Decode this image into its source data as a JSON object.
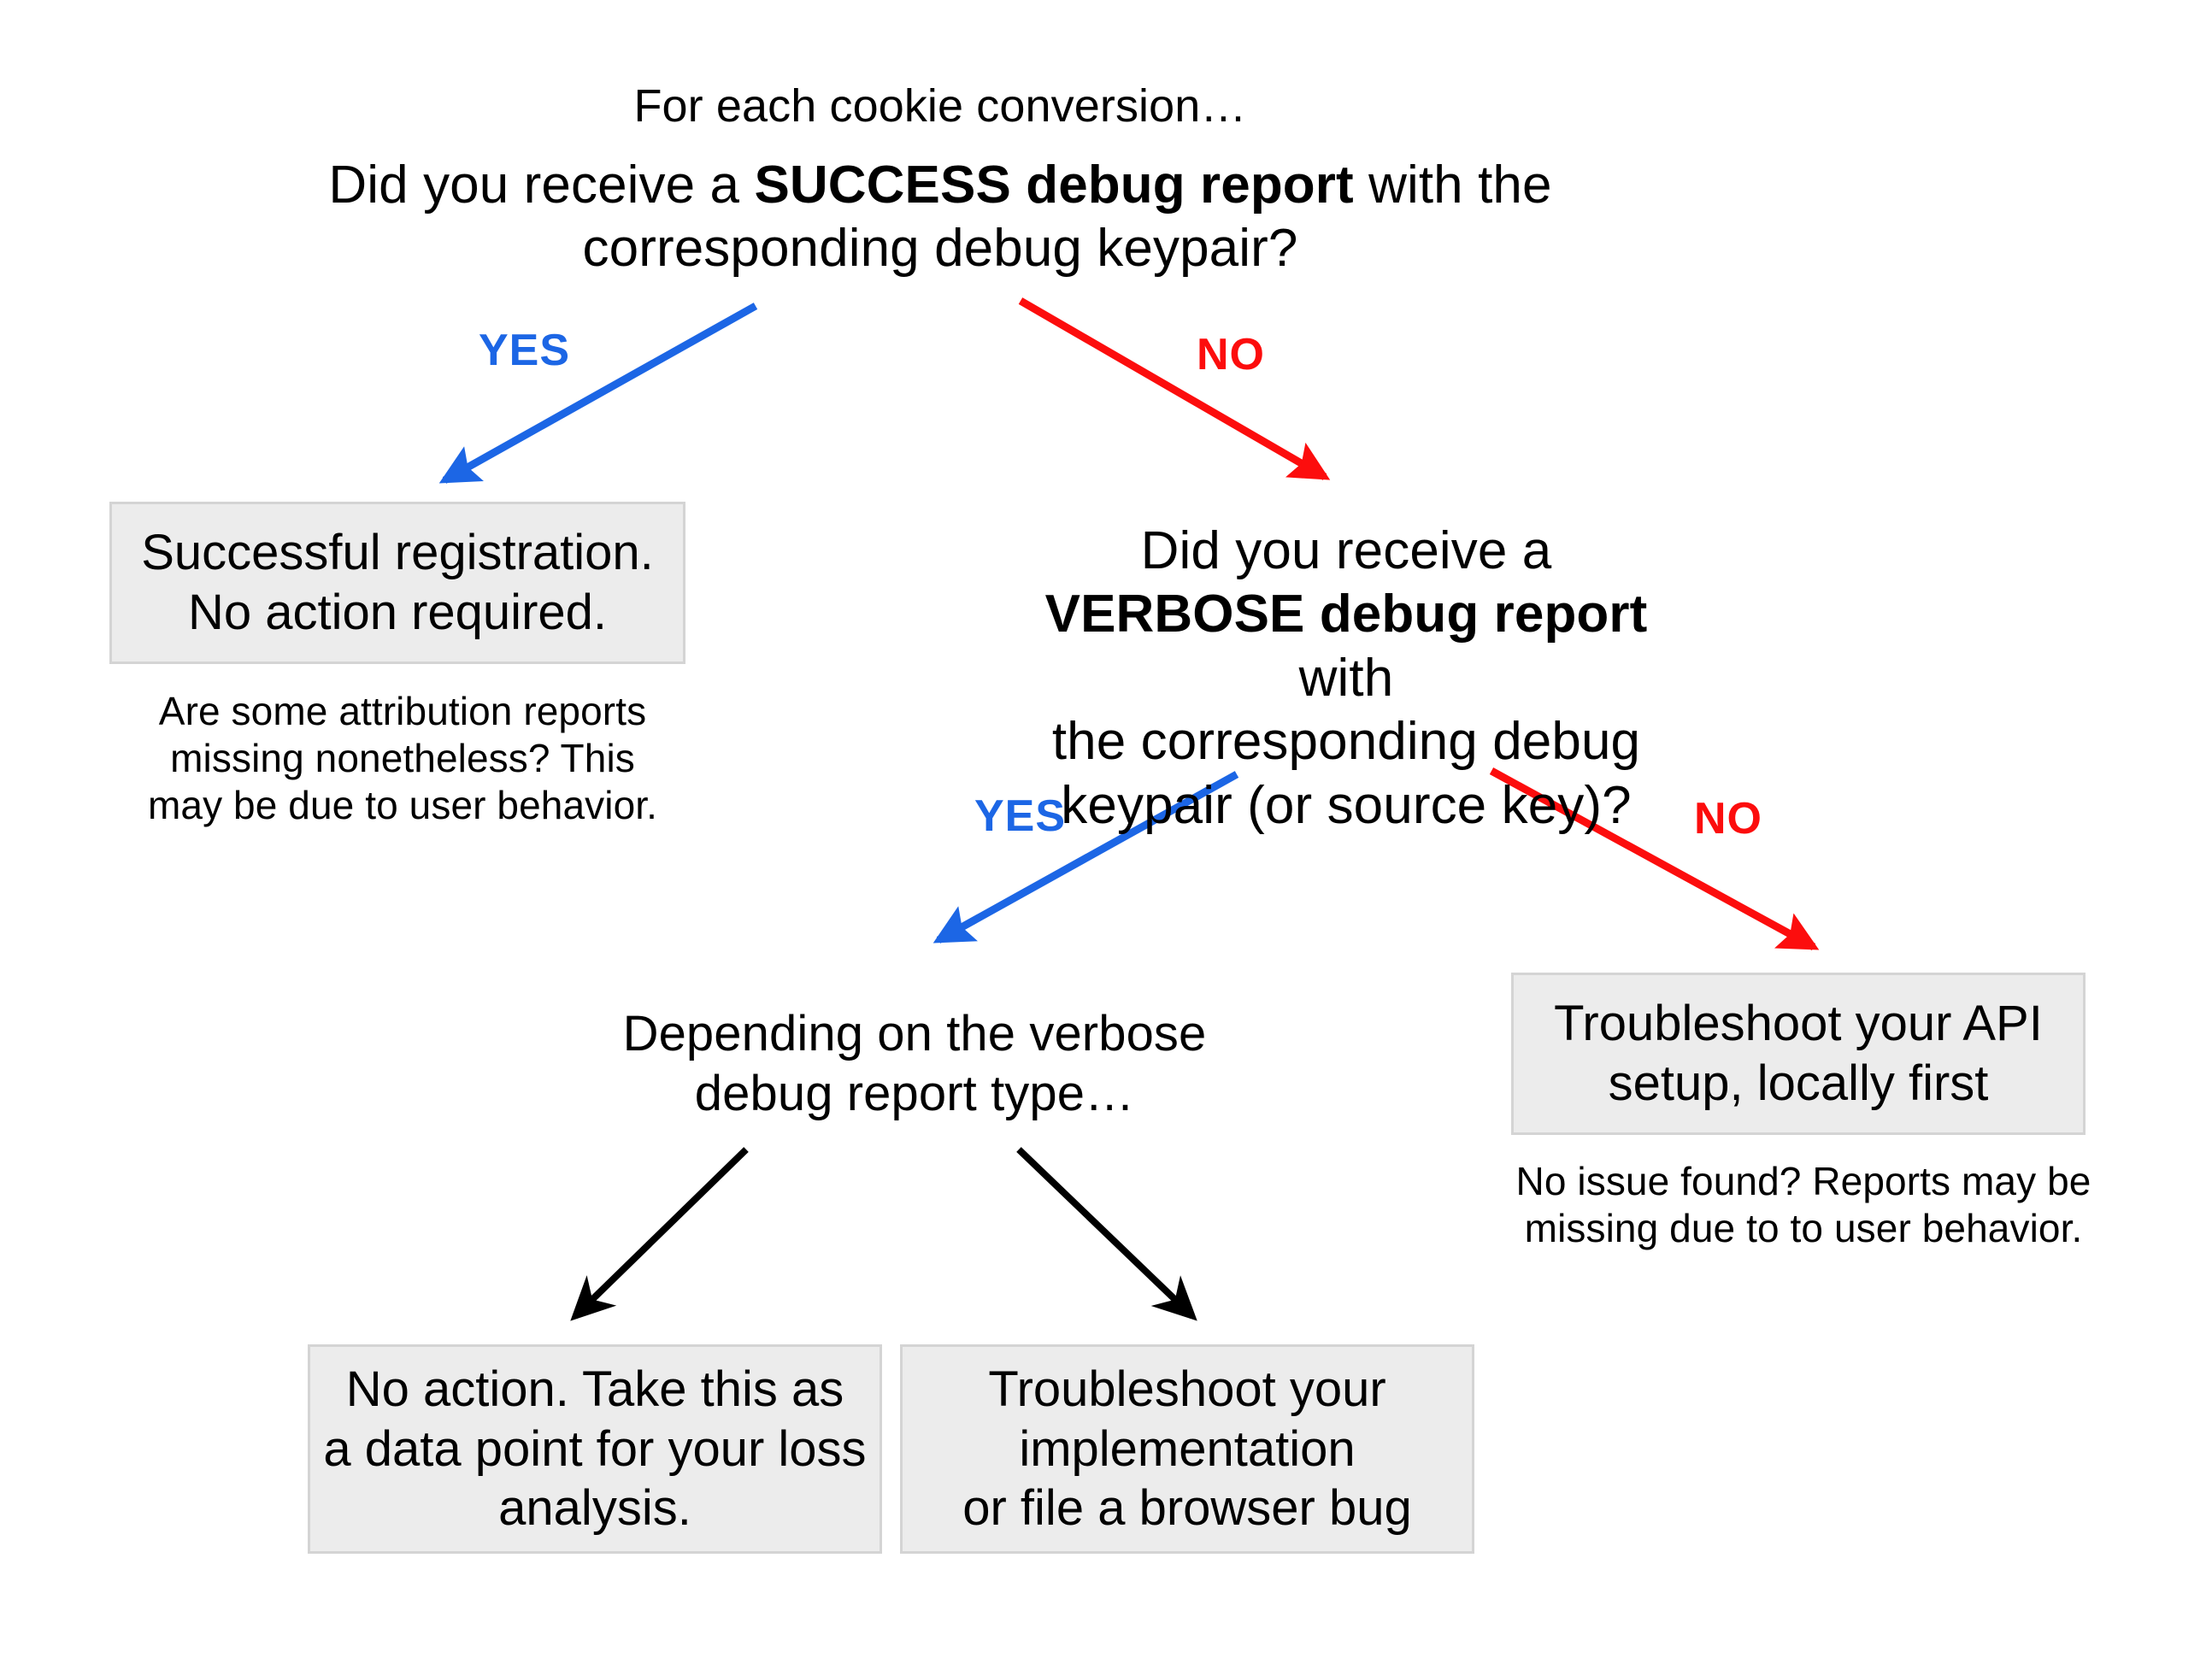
{
  "diagram": {
    "title": "Cookie conversion debug report troubleshooting decision tree",
    "colors": {
      "yes": "#1c66e5",
      "no": "#fc0d0d",
      "neutral_arrow": "#000000",
      "box_fill": "#ececec",
      "box_border": "#d4d4d4",
      "text": "#000000",
      "background": "#ffffff"
    }
  },
  "root": {
    "lead_in": "For each cookie conversion…",
    "question_part1": "Did you receive a ",
    "question_strong": "SUCCESS debug report",
    "question_part2": " with the corresponding debug keypair?"
  },
  "edges": {
    "root_yes": "YES",
    "root_no": "NO",
    "verbose_yes": "YES",
    "verbose_no": "NO"
  },
  "success_branch": {
    "box_line1": "Successful registration.",
    "box_line2": "No action required.",
    "note_line1": "Are some attribution reports",
    "note_line2": "missing nonetheless? This",
    "note_line3": "may be due to user behavior."
  },
  "verbose_question": {
    "line1": "Did you receive a",
    "strong": "VERBOSE debug report",
    "after_strong": " with",
    "line3": "the corresponding debug",
    "line4": "keypair (or source key)?"
  },
  "verbose_yes_branch": {
    "heading_line1": "Depending on the verbose",
    "heading_line2": "debug report type…",
    "outcome_left": {
      "line1": "No action. Take this as",
      "line2": "a data point for your loss",
      "line3": "analysis."
    },
    "outcome_right": {
      "line1": "Troubleshoot your",
      "line2": "implementation",
      "line3": "or file a browser bug"
    }
  },
  "verbose_no_branch": {
    "box_line1": "Troubleshoot your API",
    "box_line2": "setup, locally first",
    "note_line1": "No issue found? Reports may be",
    "note_line2": "missing due to to user behavior."
  }
}
